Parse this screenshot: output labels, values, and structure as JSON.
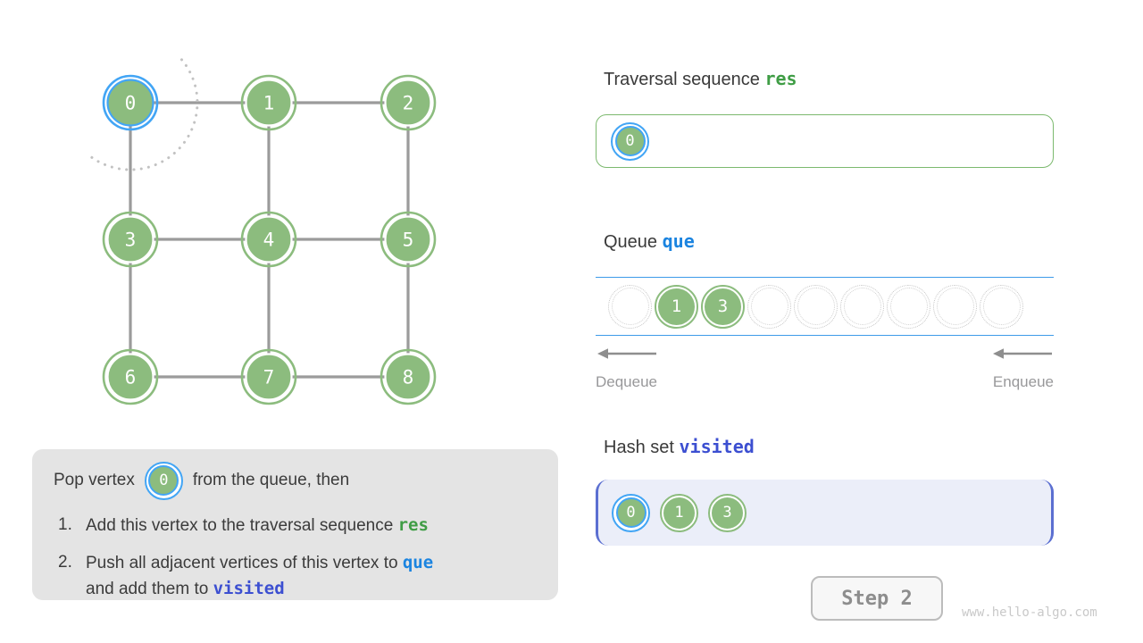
{
  "colors": {
    "node_green": "#8cbc7e",
    "hl_blue": "#42a5f5",
    "edge_gray": "#9b9b9b",
    "arc_gray": "#c2c2c2",
    "code_green": "#3f9d45",
    "code_blue": "#1b84e0",
    "code_indigo": "#3c4fd1",
    "res_border": "#7cb96e",
    "queue_line": "#3d9be9",
    "visited_border": "#5b6fd1",
    "visited_bg": "#ebeef9",
    "expl_bg": "#e4e4e4",
    "label_gray": "#98989a",
    "arrow_gray": "#8e8e8e",
    "step_text": "#8d8d8d",
    "watermark": "#c9c9c9"
  },
  "graph": {
    "nodes": [
      {
        "id": 0,
        "label": "0",
        "row": 0,
        "col": 0,
        "highlighted": true
      },
      {
        "id": 1,
        "label": "1",
        "row": 0,
        "col": 1,
        "highlighted": false
      },
      {
        "id": 2,
        "label": "2",
        "row": 0,
        "col": 2,
        "highlighted": false
      },
      {
        "id": 3,
        "label": "3",
        "row": 1,
        "col": 0,
        "highlighted": false
      },
      {
        "id": 4,
        "label": "4",
        "row": 1,
        "col": 1,
        "highlighted": false
      },
      {
        "id": 5,
        "label": "5",
        "row": 1,
        "col": 2,
        "highlighted": false
      },
      {
        "id": 6,
        "label": "6",
        "row": 2,
        "col": 0,
        "highlighted": false
      },
      {
        "id": 7,
        "label": "7",
        "row": 2,
        "col": 1,
        "highlighted": false
      },
      {
        "id": 8,
        "label": "8",
        "row": 2,
        "col": 2,
        "highlighted": false
      }
    ],
    "edges": [
      [
        0,
        1
      ],
      [
        1,
        2
      ],
      [
        3,
        4
      ],
      [
        4,
        5
      ],
      [
        6,
        7
      ],
      [
        7,
        8
      ],
      [
        0,
        3
      ],
      [
        1,
        4
      ],
      [
        2,
        5
      ],
      [
        3,
        6
      ],
      [
        4,
        7
      ],
      [
        5,
        8
      ]
    ]
  },
  "explanation": {
    "intro_before": "Pop vertex",
    "intro_vertex": "0",
    "intro_after": "from the queue, then",
    "item1_num": "1.",
    "item1_text": "Add this vertex to the traversal sequence",
    "item1_code": "res",
    "item2_num": "2.",
    "item2_text": "Push all adjacent vertices of this vertex to",
    "item2_code": "que",
    "item2_text2": "and add them to",
    "item2_code2": "visited"
  },
  "traversal": {
    "title": "Traversal sequence",
    "var": "res",
    "items": [
      {
        "label": "0",
        "highlighted": true
      }
    ]
  },
  "queue": {
    "title": "Queue",
    "var": "que",
    "slots": [
      {
        "label": "",
        "filled": false
      },
      {
        "label": "1",
        "filled": true
      },
      {
        "label": "3",
        "filled": true
      },
      {
        "label": "",
        "filled": false
      },
      {
        "label": "",
        "filled": false
      },
      {
        "label": "",
        "filled": false
      },
      {
        "label": "",
        "filled": false
      },
      {
        "label": "",
        "filled": false
      },
      {
        "label": "",
        "filled": false
      }
    ],
    "dequeue_label": "Dequeue",
    "enqueue_label": "Enqueue"
  },
  "visited": {
    "title": "Hash set",
    "var": "visited",
    "items": [
      {
        "label": "0",
        "highlighted": true
      },
      {
        "label": "1",
        "highlighted": false
      },
      {
        "label": "3",
        "highlighted": false
      }
    ]
  },
  "footer": {
    "step_label": "Step 2",
    "watermark": "www.hello-algo.com"
  }
}
